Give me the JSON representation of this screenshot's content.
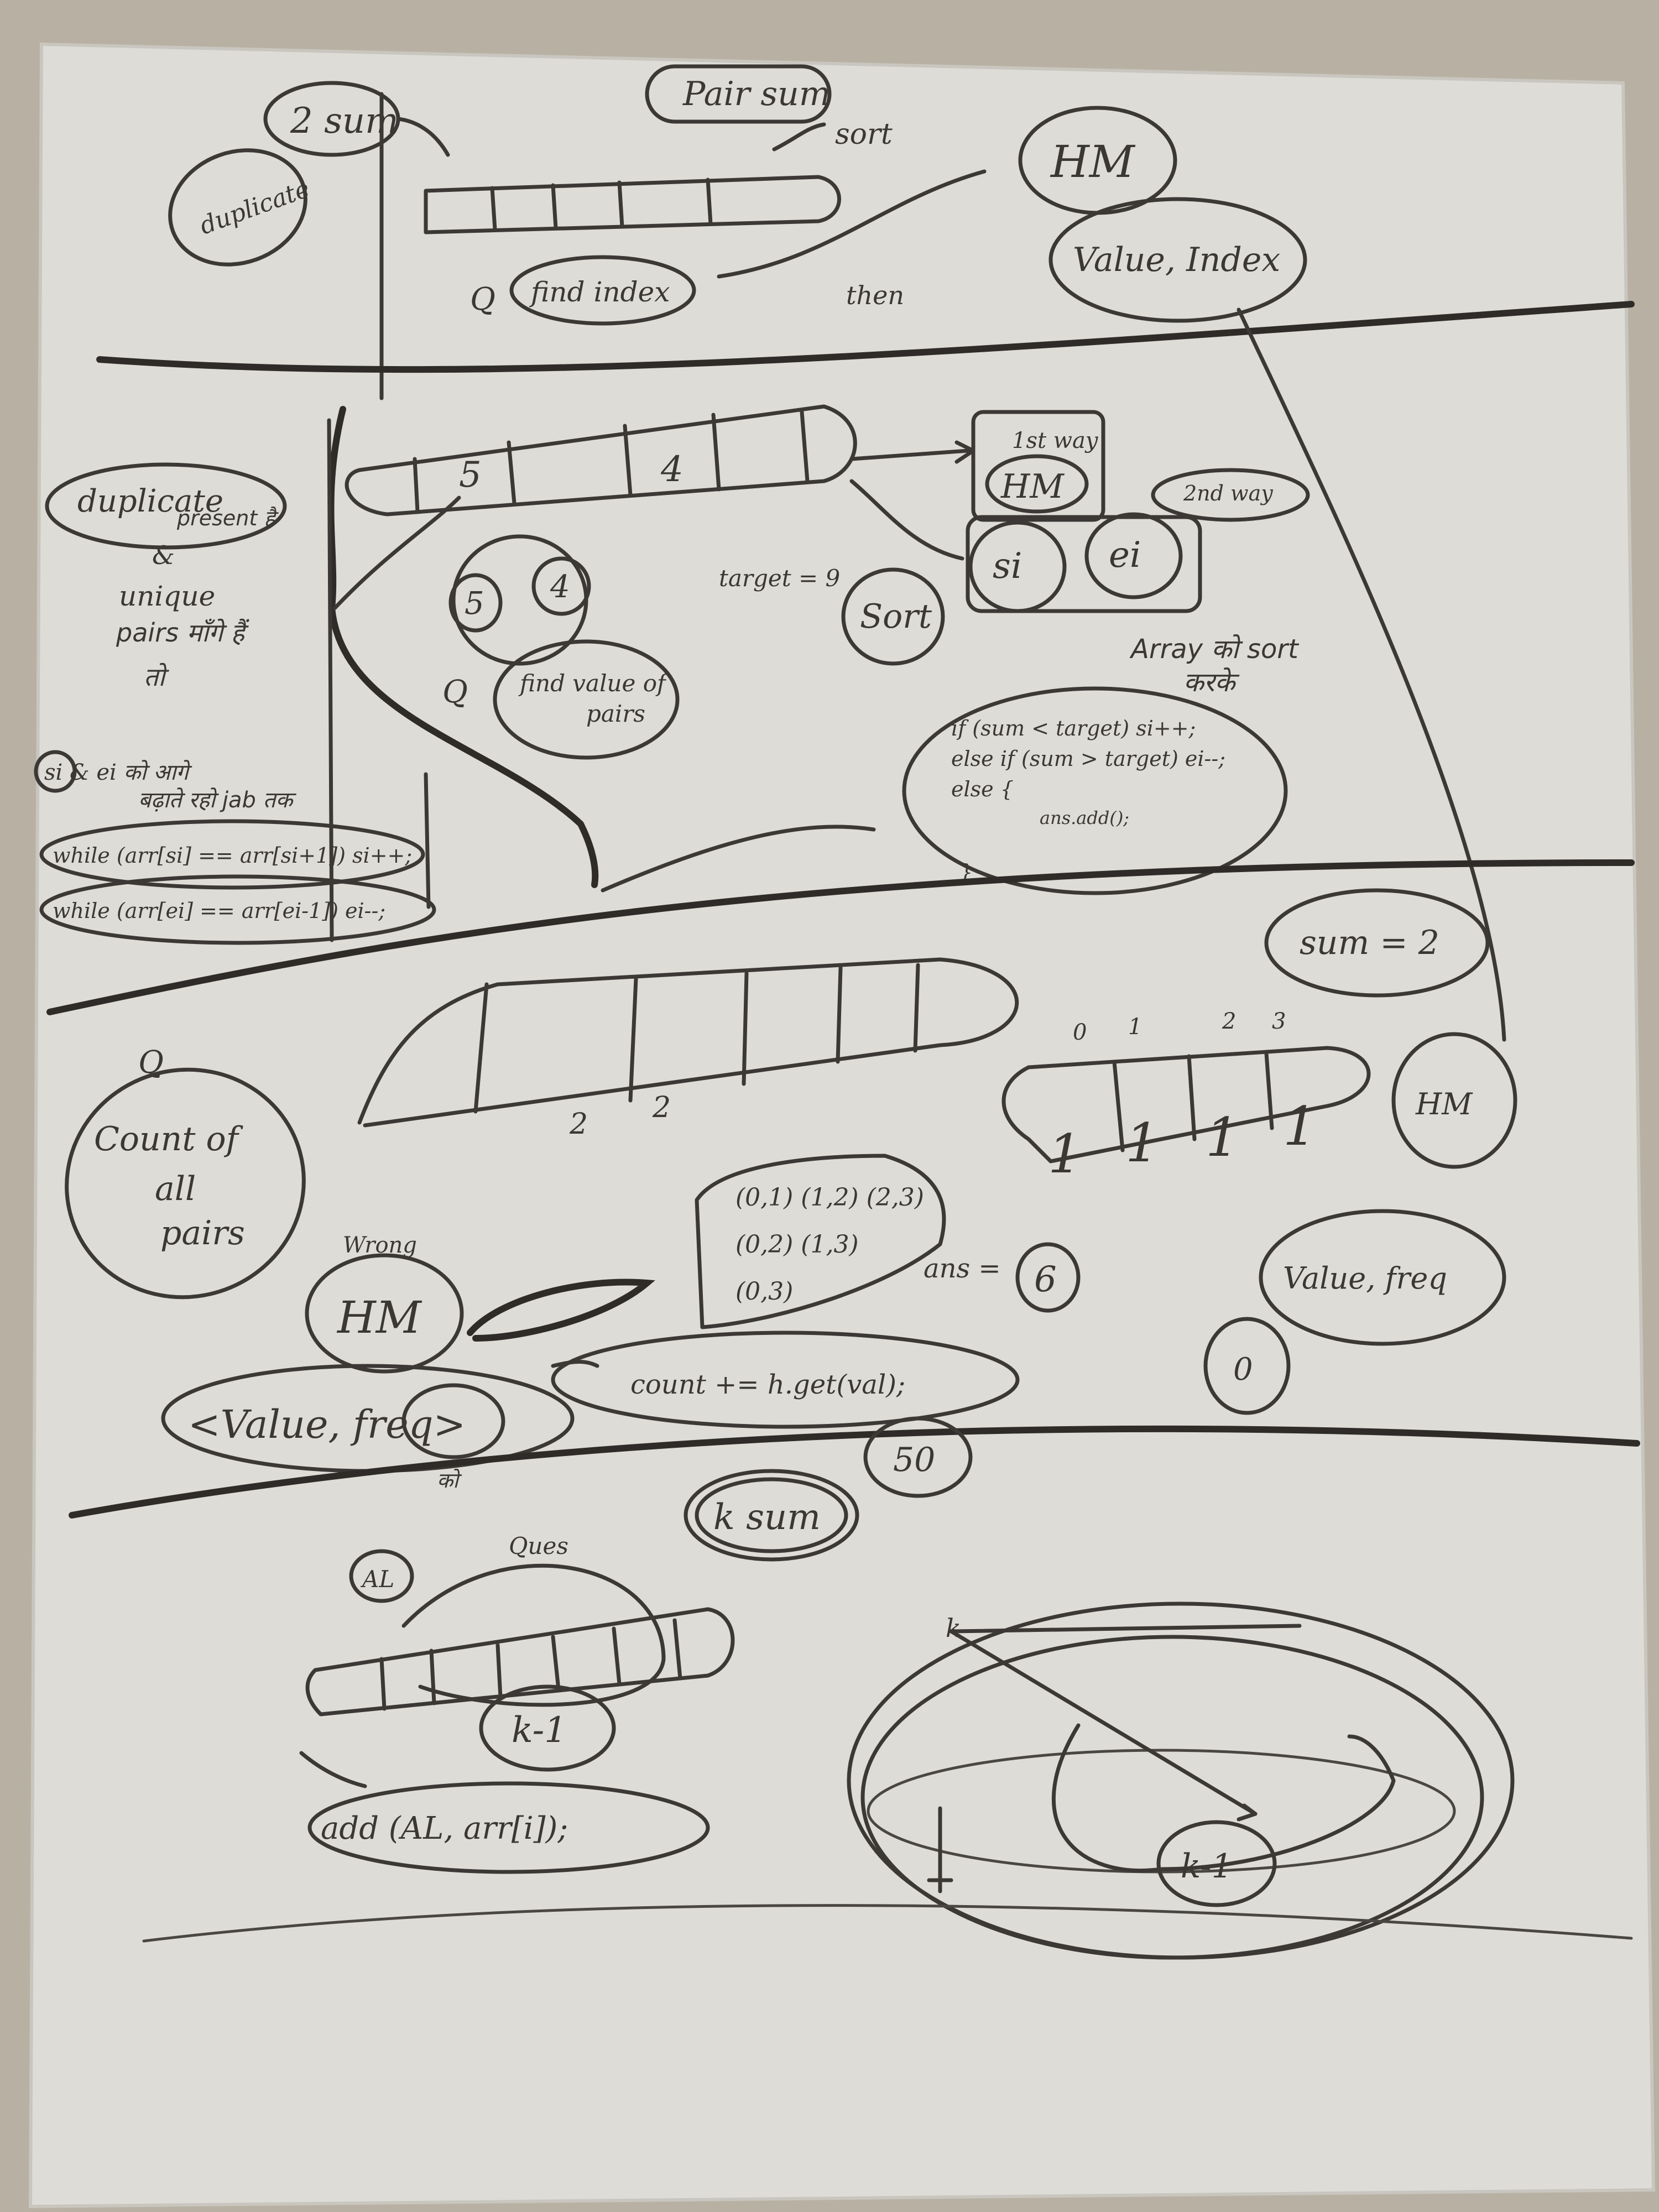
{
  "notes": {
    "top": {
      "two_sum": "2 sum",
      "pair_sum": "Pair sum",
      "sort": "sort",
      "hm": "HM",
      "value_index": "Value, Index",
      "find_index": "find index",
      "q": "Q",
      "then": "then",
      "duplicate": "duplicate"
    },
    "middle": {
      "nums": [
        "5",
        "4"
      ],
      "target": "target = 9",
      "duplicate": "duplicate",
      "duplicate_note": [
        "present है",
        "&",
        "unique",
        "pairs माँगे हैं",
        "तो"
      ],
      "first_way": "1st way",
      "second_way": "2nd way",
      "hm": "HM",
      "sort": "Sort",
      "si": "si",
      "ei": "ei",
      "pair_nums": [
        "5",
        "4"
      ],
      "q": "Q",
      "find_value_of_pairs": [
        "find value of",
        "pairs"
      ],
      "sort_note": [
        "Array को sort",
        "करके"
      ],
      "code": [
        "if (sum < target) si++;",
        "else if (sum > target) ei--;",
        "else {",
        "ans.add();",
        "}"
      ],
      "si_ei_note": [
        "si & ei को आगे",
        "बढ़ाते रहो jab तक"
      ],
      "while1": "while (arr[si] == arr[si+1]) si++;",
      "while2": "while (arr[ei] == arr[ei-1]) ei--;"
    },
    "lower": {
      "sum": "sum = 2",
      "q": "Q",
      "count_of_all_pairs": [
        "Count of",
        "all",
        "pairs"
      ],
      "twos": [
        "2",
        "2"
      ],
      "indices": [
        "0",
        "1",
        "2",
        "3"
      ],
      "ones": [
        "1",
        "1",
        "1",
        "1"
      ],
      "hm": "HM",
      "value_freq": "Value, freq",
      "pairs": [
        "(0,1) (1,2) (2,3)",
        "(0,2) (1,3)",
        "(0,3)"
      ],
      "ans": "ans =",
      "ans_value": "6",
      "zero": "0",
      "hm_label_top": "Wrong",
      "hm2": "HM",
      "value_freq_pair": "<Value, freq>",
      "count_line": "count += h.get(val);",
      "ko": "को"
    },
    "bottom": {
      "k_sum": "k sum",
      "fifty": "50",
      "al": "AL",
      "ques": "Ques",
      "k_minus_1": "k-1",
      "add_line": "add (AL, arr[i]);",
      "k": "k",
      "k_minus_1_b": "k-1"
    }
  }
}
